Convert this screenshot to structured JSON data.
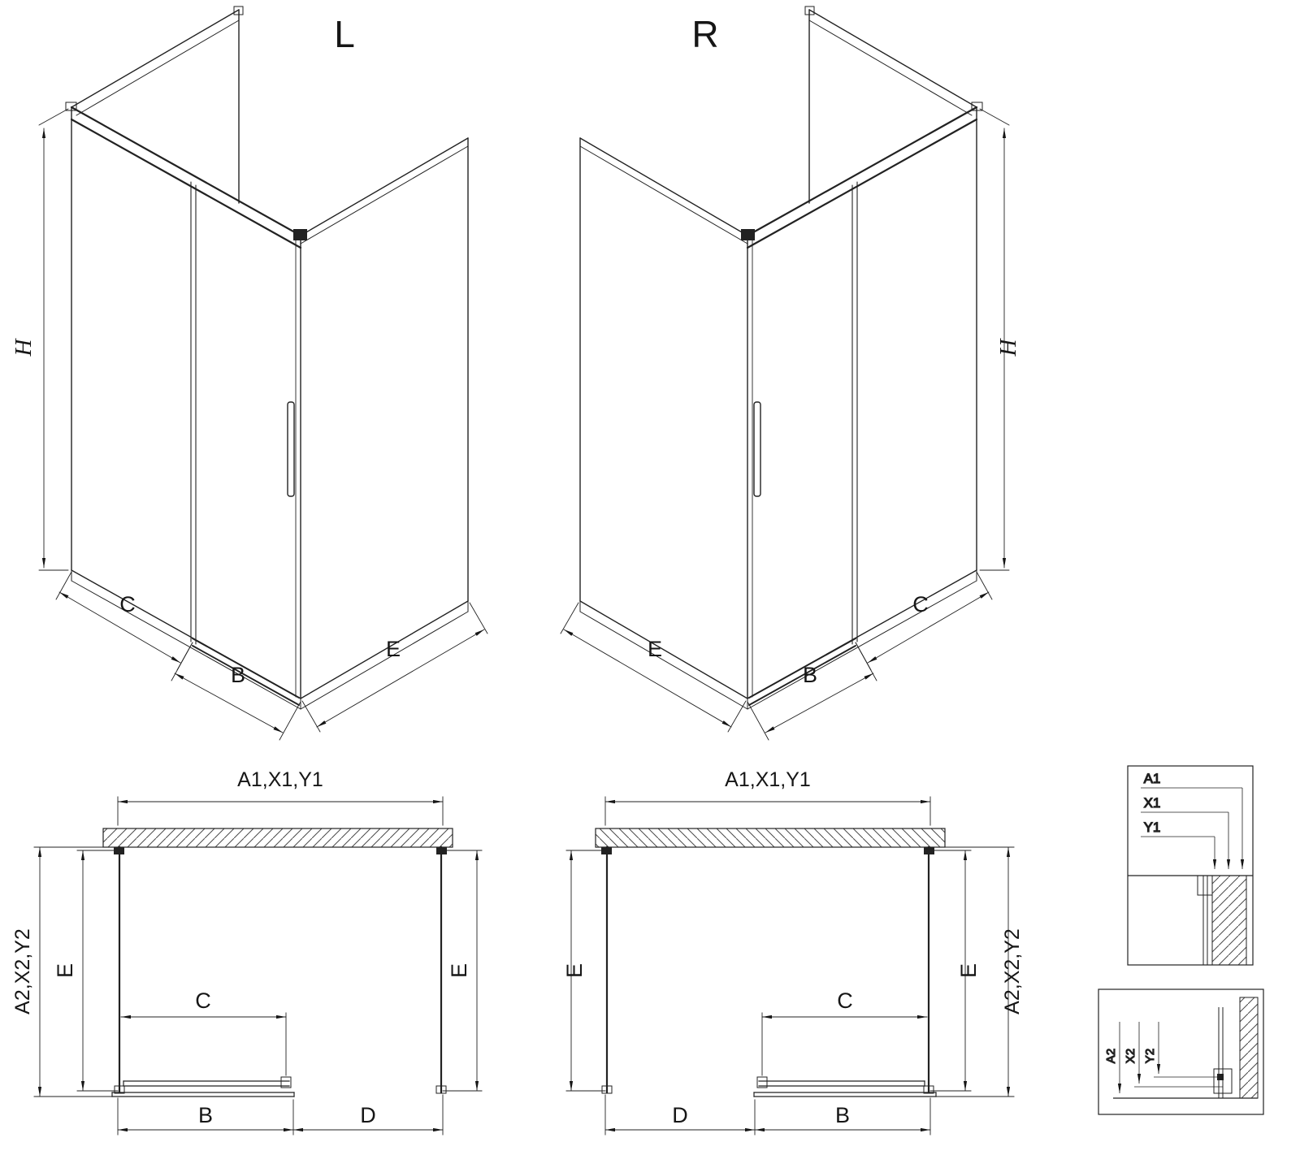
{
  "iso_left": {
    "variant_label": "L",
    "dims": {
      "height": "H",
      "fixed_width": "C",
      "door_width": "B",
      "side_depth": "E"
    }
  },
  "iso_right": {
    "variant_label": "R",
    "dims": {
      "height": "H",
      "fixed_width": "C",
      "door_width": "B",
      "side_depth": "E"
    }
  },
  "plan_left": {
    "dims": {
      "width_top": "A1,X1,Y1",
      "depth_outer": "A2,X2,Y2",
      "depth_left": "E",
      "depth_right": "E",
      "door_travel": "C",
      "door_width": "B",
      "entry_width": "D"
    }
  },
  "plan_right": {
    "dims": {
      "width_top": "A1,X1,Y1",
      "depth_outer": "A2,X2,Y2",
      "depth_left": "E",
      "depth_right": "E",
      "door_travel": "C",
      "door_width": "B",
      "entry_width": "D"
    }
  },
  "detail_wall": {
    "labels": {
      "a1": "A1",
      "x1": "X1",
      "y1": "Y1"
    }
  },
  "detail_floor": {
    "labels": {
      "a2": "A2",
      "x2": "X2",
      "y2": "Y2"
    }
  }
}
